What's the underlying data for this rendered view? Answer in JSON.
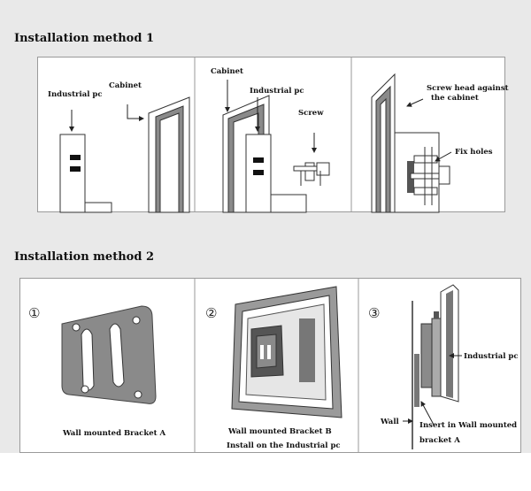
{
  "sections": {
    "method1_title": "Installation method 1",
    "method2_title": "Installation method 2"
  },
  "method1": {
    "panel1": {
      "industrial_pc": "Industrial pc",
      "cabinet": "Cabinet"
    },
    "panel2": {
      "cabinet": "Cabinet",
      "industrial_pc": "Industrial pc",
      "screw": "Screw"
    },
    "panel3": {
      "screw_head_line1": "Screw head against",
      "screw_head_line2": "the cabinet",
      "fix_holes": "Fix holes"
    }
  },
  "method2": {
    "step1": {
      "number": "①",
      "caption": "Wall mounted Bracket A"
    },
    "step2": {
      "number": "②",
      "caption_line1": "Wall mounted Bracket B",
      "caption_line2": "Install on the Industrial pc"
    },
    "step3": {
      "number": "③",
      "industrial_pc": "Industrial pc",
      "wall": "Wall",
      "insert_line1": "Insert in Wall mounted",
      "insert_line2": "bracket A"
    }
  },
  "colors": {
    "background": "#e9e9e9",
    "panel": "#ffffff",
    "line": "#333333",
    "gray_fill": "#8a8a8a"
  }
}
